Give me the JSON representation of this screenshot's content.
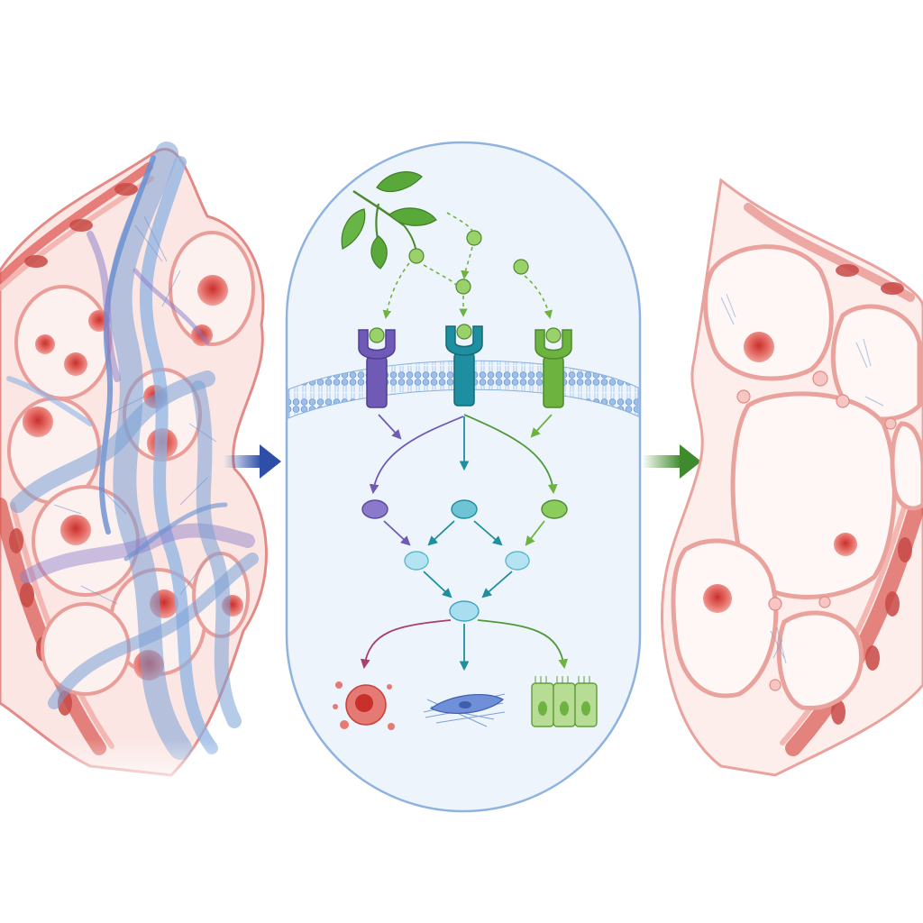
{
  "colors": {
    "background": "#ffffff",
    "tissue_outline": "#e07c7c",
    "tissue_fill": "#fbe3e1",
    "tissue_deep": "#d9544f",
    "nucleus": "#e05a56",
    "fibrosis_blue": "#7aa0d6",
    "fibrosis_purple": "#8a7cc8",
    "panel_border": "#8fb3e0",
    "panel_fill": "#eef4fb",
    "membrane_head": "#8ab0e0",
    "arrow_blue": "#2e4fa8",
    "arrow_green": "#3e8a2c",
    "purple": "#6f5bb5",
    "teal": "#1d8fa0",
    "green": "#6cb33f",
    "light_blue": "#a9def0",
    "cell_red": "#e0605a",
    "leaf_green": "#58a83a"
  },
  "panels": {
    "left": {
      "icon": "fibrotic-lung-tissue",
      "state": "diseased"
    },
    "center": {
      "icon": "signaling-pathway"
    },
    "right": {
      "icon": "healthy-lung-tissue",
      "state": "restored"
    }
  },
  "pathway": {
    "ligand_source": "plant-leaf-icon",
    "receptors": [
      {
        "id": "receptor-1",
        "color": "#6f5bb5"
      },
      {
        "id": "receptor-2",
        "color": "#1d8fa0"
      },
      {
        "id": "receptor-3",
        "color": "#6cb33f"
      }
    ],
    "outcomes": [
      {
        "id": "outcome-apoptosis",
        "icon": "apoptotic-cell-icon"
      },
      {
        "id": "outcome-fibroblast",
        "icon": "fibroblast-icon"
      },
      {
        "id": "outcome-epithelium",
        "icon": "epithelial-cells-icon"
      }
    ]
  }
}
